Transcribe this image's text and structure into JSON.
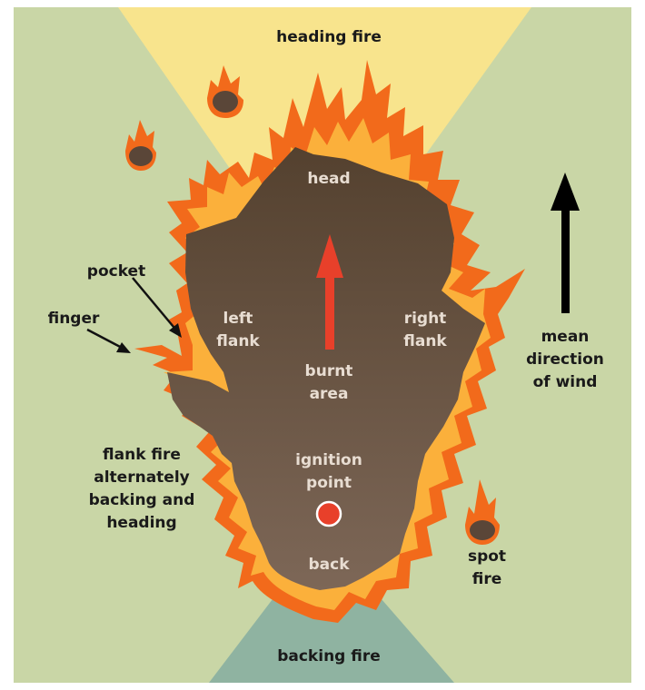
{
  "labels": {
    "heading_fire": "heading fire",
    "head": "head",
    "pocket": "pocket",
    "finger": "finger",
    "left_flank_1": "left",
    "left_flank_2": "flank",
    "right_flank_1": "right",
    "right_flank_2": "flank",
    "burnt_area_1": "burnt",
    "burnt_area_2": "area",
    "ignition_point_1": "ignition",
    "ignition_point_2": "point",
    "back": "back",
    "backing_fire": "backing fire",
    "flank_fire_1": "flank fire",
    "flank_fire_2": "alternately",
    "flank_fire_3": "backing and",
    "flank_fire_4": "heading",
    "spot_fire_1": "spot",
    "spot_fire_2": "fire",
    "wind_1": "mean",
    "wind_2": "direction",
    "wind_3": "of wind"
  },
  "colors": {
    "background_green": "#c9d6a6",
    "heading_zone_yellow": "#f8e48d",
    "backing_zone_teal": "#8fb3a1",
    "burnt_area_top": "#5a4638",
    "burnt_area_bottom": "#7a6454",
    "flame_outer": "#f26a1b",
    "flame_inner": "#fbb03b",
    "arrow_red": "#e8402a",
    "ignition_red": "#e8402a",
    "wind_arrow": "#000000"
  }
}
